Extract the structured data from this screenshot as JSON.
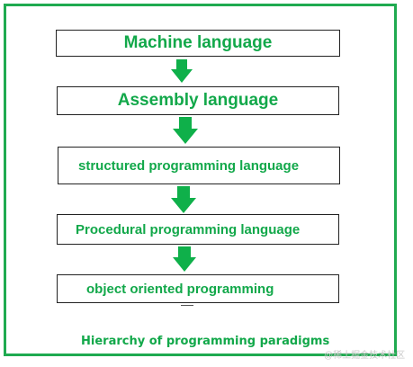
{
  "diagram": {
    "levels": [
      {
        "label": "Machine language"
      },
      {
        "label": "Assembly language"
      },
      {
        "label": "structured programming language"
      },
      {
        "label": "Procedural programming language"
      },
      {
        "label": "object oriented programming"
      }
    ],
    "caption": "Hierarchy of programming paradigms",
    "colors": {
      "accent": "#12a84a",
      "frame": "#1faa50",
      "arrow": "#0fb04a",
      "box_border": "#222222"
    }
  },
  "watermark": "@稀土掘金技术社区"
}
